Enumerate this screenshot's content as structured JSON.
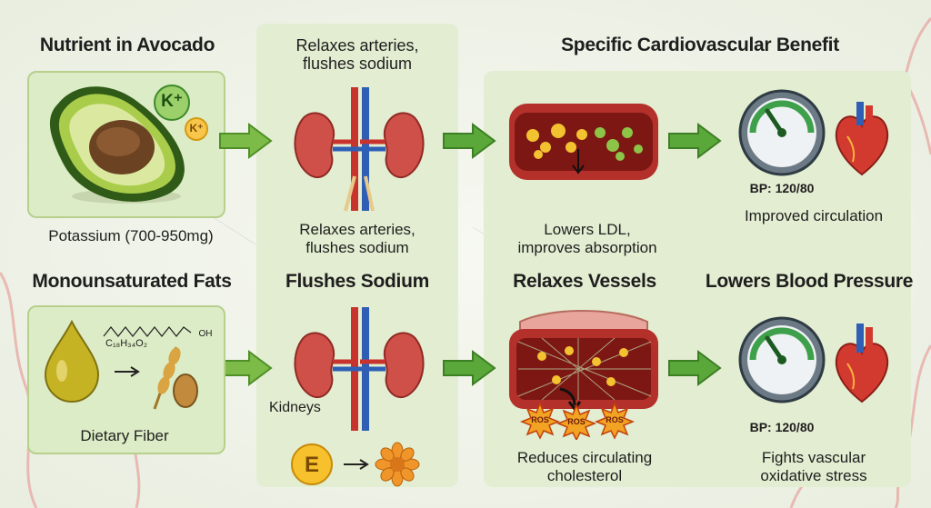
{
  "headers": {
    "col1": "Nutrient in Avocado",
    "col3": "Specific Cardiovascular Benefit",
    "row2_col1": "Monounsaturated Fats",
    "row2_col2": "Flushes Sodium",
    "row2_col3": "Relaxes Vessels",
    "row2_col4": "Lowers Blood Pressure"
  },
  "row1": {
    "col2_top": "Relaxes arteries,\nflushes sodium",
    "col2_bottom": "Relaxes arteries,\nflushes sodium",
    "potassium_label": "Potassium (700-950mg)",
    "k_badge_big": "K⁺",
    "k_badge_small": "K⁺",
    "ldl_text": "Lowers LDL,\nimproves absorption",
    "bp_reading": "BP: 120/80",
    "circulation_text": "Improved circulation"
  },
  "row2": {
    "formula": "C₁₈H₃₄O₂",
    "formula_group": "OH",
    "fiber_label": "Dietary Fiber",
    "kidneys_label": "Kidneys",
    "vitamin_e": "E",
    "ros_labels": [
      "ROS",
      "ROS",
      "ROS"
    ],
    "cholesterol_text": "Reduces circulating\ncholesterol",
    "bp_reading": "BP: 120/80",
    "oxidative_text": "Fights vascular\noxidative stress"
  },
  "colors": {
    "panel_green": "#dfeccb",
    "arrow_green": "#5aa83a",
    "artery_red": "#c8332e",
    "vein_blue": "#2e5fb5",
    "avocado_green": "#8bb83a",
    "pit_brown": "#8a5a2c"
  }
}
